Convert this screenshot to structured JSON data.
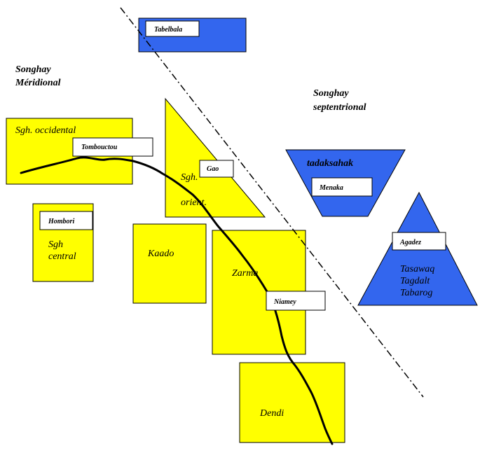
{
  "headings": {
    "meridional_line1": "Songhay",
    "meridional_line2": "Méridional",
    "septentrional_line1": "Songhay",
    "septentrional_line2": "septentrional"
  },
  "regions": {
    "occidental": "Sgh. occidental",
    "oriental_line1": "Sgh.",
    "oriental_line2": "orient.",
    "central_line1": "Sgh",
    "central_line2": "central",
    "kaado": "Kaado",
    "zarma": "Zarma",
    "dendi": "Dendi",
    "tadaksahak": "tadaksahak",
    "agadez_line1": "Tasawaq",
    "agadez_line2": "Tagdalt",
    "agadez_line3": "Tabarog"
  },
  "cities": {
    "tabelbala": "Tabelbala",
    "tombouctou": "Tombouctou",
    "gao": "Gao",
    "hombori": "Hombori",
    "menaka": "Menaka",
    "agadez": "Agadez",
    "niamey": "Niamey"
  },
  "colors": {
    "yellow": "#ffff00",
    "blue": "#3366ee",
    "outline": "#000000"
  }
}
